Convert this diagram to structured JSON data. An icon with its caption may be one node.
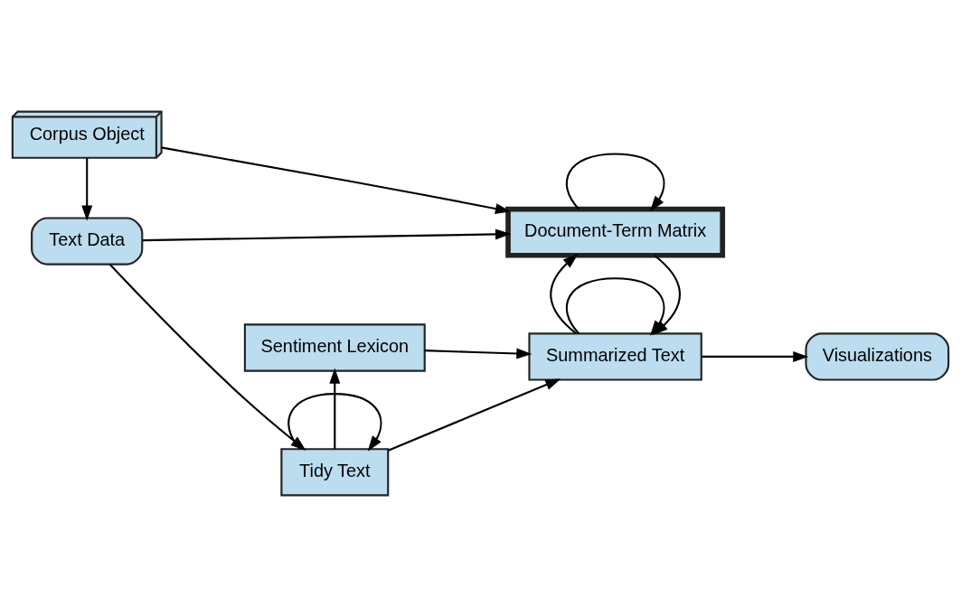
{
  "diagram": {
    "nodes": [
      {
        "text": [
          "Sentiment Lexicon"
        ]
      },
      {
        "text": [
          "Text Data"
        ]
      },
      {
        "text": [
          "Tidy Text"
        ]
      },
      {
        "text": [
          "Summarized Text"
        ]
      },
      {
        "text": [
          "Visualizations"
        ]
      },
      {
        "text": [
          "Corpus Object"
        ]
      },
      {
        "text": [
          "Document-Term Matrix"
        ]
      }
    ],
    "edges": [
      {
        "from": 1,
        "to": 2,
        "arrow": "to"
      },
      {
        "from": 2,
        "to": 0,
        "arrow": "to"
      },
      {
        "from": 0,
        "to": 3,
        "arrow": "to"
      },
      {
        "from": 2,
        "to": 3,
        "arrow": "to"
      },
      {
        "from": 3,
        "to": 3,
        "arrow": "to"
      },
      {
        "from": 3,
        "to": 4,
        "arrow": "to"
      },
      {
        "from": 2,
        "to": 2,
        "arrow": "to"
      },
      {
        "from": 1,
        "to": 6,
        "arrow": "to"
      },
      {
        "from": 5,
        "to": 1,
        "arrow": "to"
      },
      {
        "from": 5,
        "to": 6,
        "arrow": "to"
      },
      {
        "from": 6,
        "to": 3,
        "arrow": "to"
      },
      {
        "from": 3,
        "to": 6,
        "arrow": "to"
      },
      {
        "from": 6,
        "to": 6,
        "arrow": "to"
      }
    ]
  }
}
